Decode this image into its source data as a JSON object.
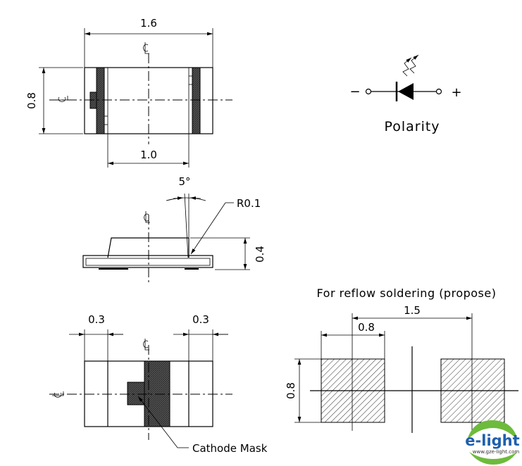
{
  "top_view": {
    "width_dim": "1.6",
    "height_dim": "0.8",
    "inner_dim": "1.0",
    "centerline_symbol": "CL"
  },
  "polarity": {
    "minus": "−",
    "plus": "+",
    "label": "Polarity"
  },
  "side_view": {
    "angle_dim": "5°",
    "radius_dim": "R0.1",
    "height_dim": "0.4"
  },
  "bottom_view": {
    "left_dim": "0.3",
    "right_dim": "0.3",
    "mask_label": "Cathode Mask"
  },
  "solder_pads": {
    "title": "For reflow soldering (propose)",
    "pitch_dim": "1.5",
    "pad_width_dim": "0.8",
    "pad_height_dim": "0.8"
  },
  "logo": {
    "brand": "e-light",
    "url": "www.gze-light.com"
  },
  "colors": {
    "ink": "#000000",
    "mask": "#4a4a4a",
    "logo_blue": "#1f5fae",
    "logo_green": "#6dbb3c"
  }
}
